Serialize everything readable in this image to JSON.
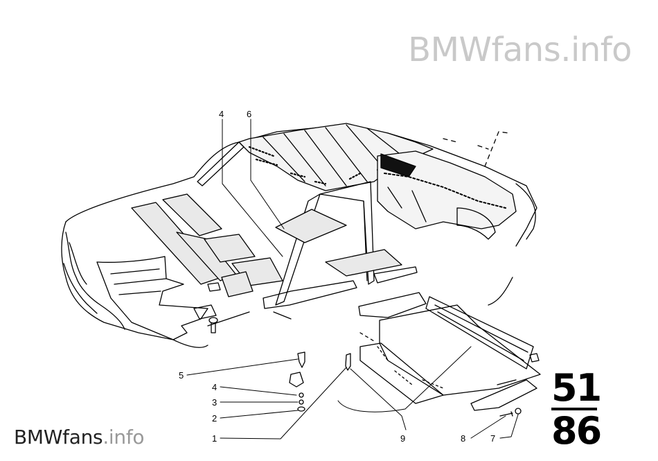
{
  "watermark_top": {
    "main": "BMWfans",
    "suffix": ".info"
  },
  "watermark_bottom": {
    "main": "BMWfans",
    "suffix": ".info"
  },
  "group": {
    "top": "51",
    "bottom": "86"
  },
  "callouts": [
    "4",
    "6",
    "5",
    "4",
    "3",
    "2",
    "1",
    "9",
    "8",
    "7"
  ]
}
